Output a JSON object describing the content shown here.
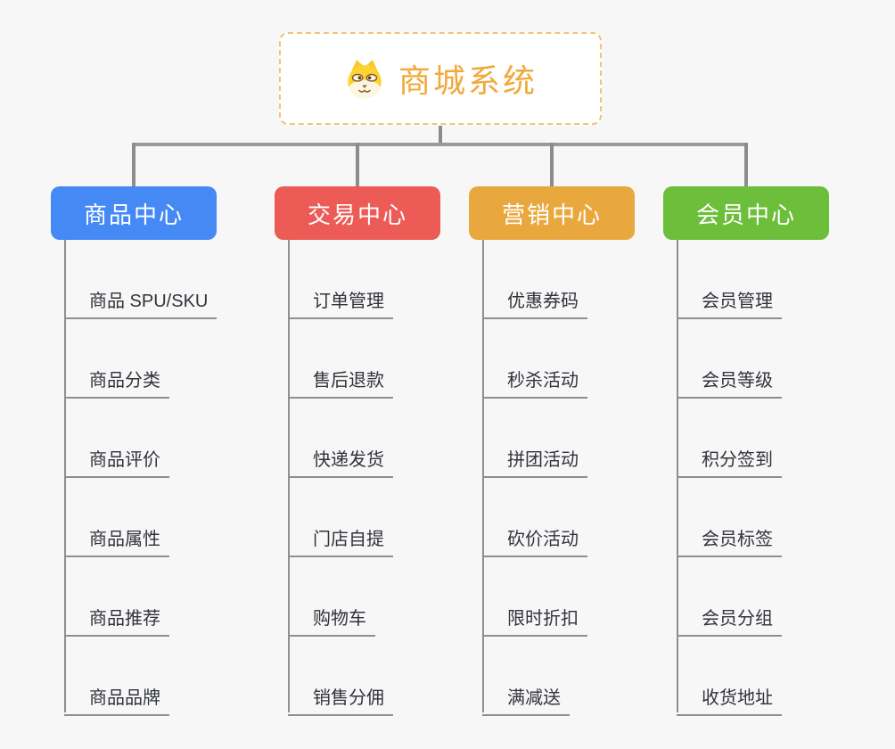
{
  "root": {
    "title": "商城系统",
    "icon": "dog-icon"
  },
  "branches": [
    {
      "label": "商品中心",
      "color": "#4589f5",
      "items": [
        "商品 SPU/SKU",
        "商品分类",
        "商品评价",
        "商品属性",
        "商品推荐",
        "商品品牌"
      ]
    },
    {
      "label": "交易中心",
      "color": "#ec5b56",
      "items": [
        "订单管理",
        "售后退款",
        "快递发货",
        "门店自提",
        "购物车",
        "销售分佣"
      ]
    },
    {
      "label": "营销中心",
      "color": "#e9a83d",
      "items": [
        "优惠券码",
        "秒杀活动",
        "拼团活动",
        "砍价活动",
        "限时折扣",
        "满减送"
      ]
    },
    {
      "label": "会员中心",
      "color": "#6cbe3b",
      "items": [
        "会员管理",
        "会员等级",
        "积分签到",
        "会员标签",
        "会员分组",
        "收货地址"
      ]
    }
  ],
  "colors": {
    "background": "#f7f7f7",
    "root_border": "#f2c379",
    "root_title": "#f0a93b",
    "connector": "#8c8c8c",
    "leaf_line": "#8f8f8f",
    "leaf_text": "#30333a"
  }
}
